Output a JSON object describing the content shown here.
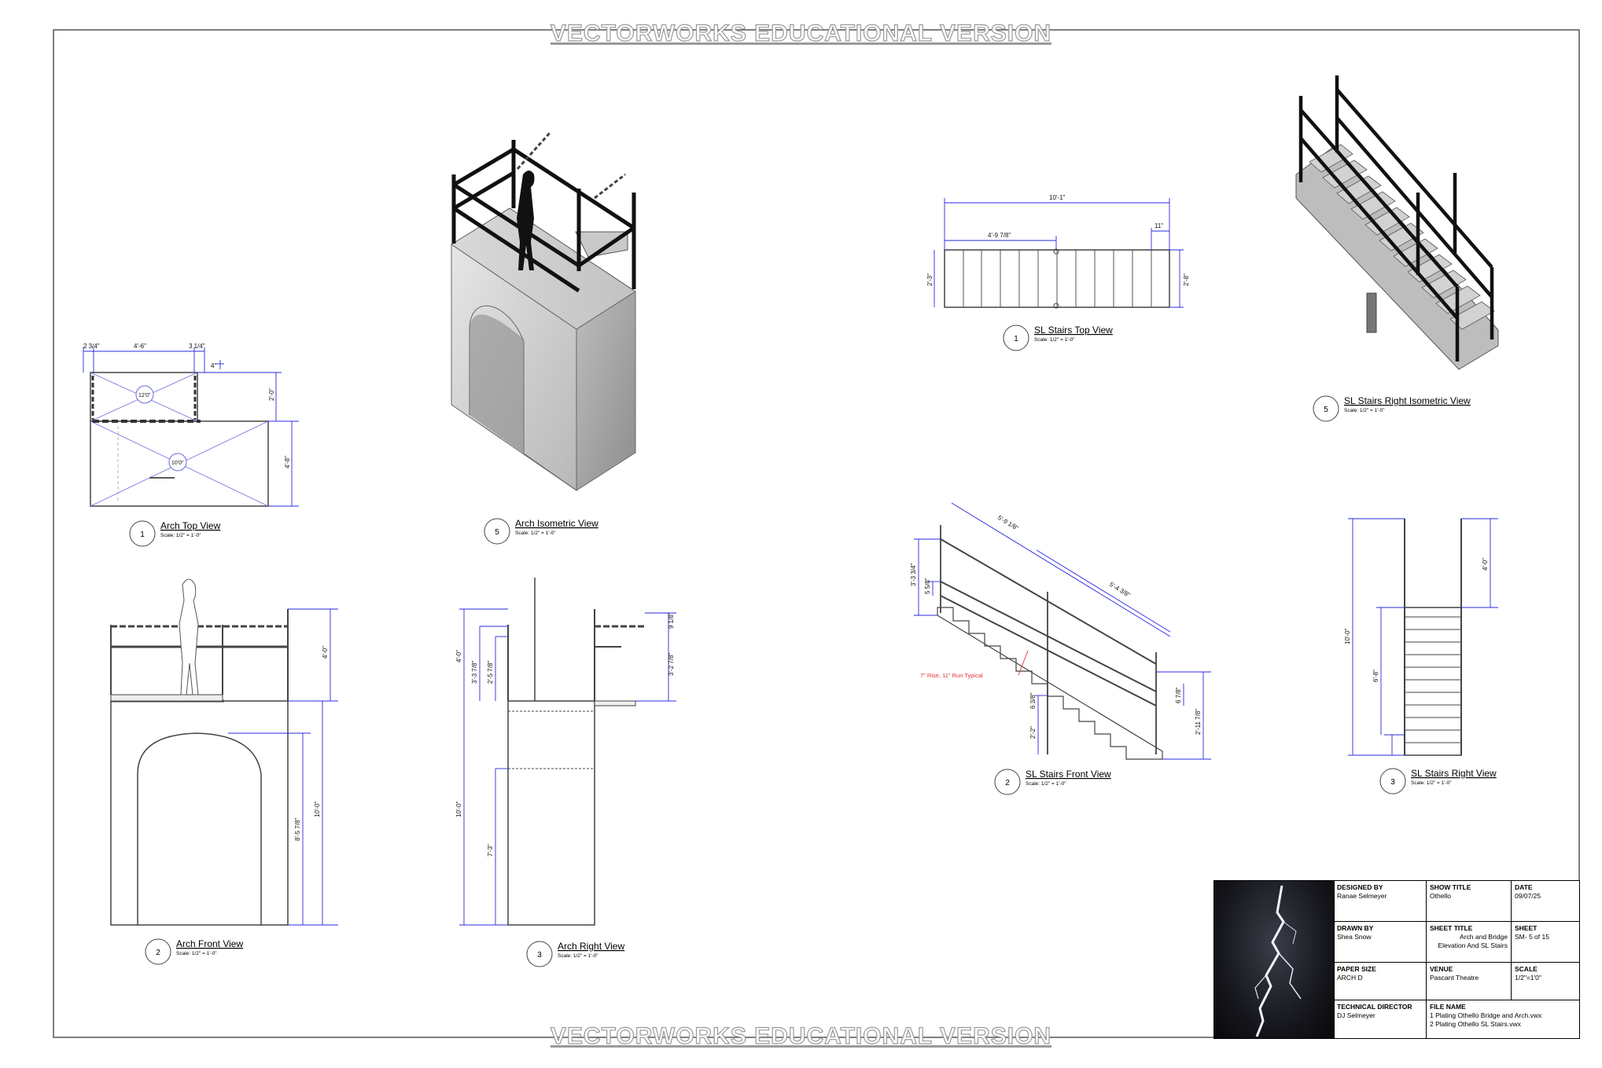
{
  "watermark": {
    "top": "VECTORWORKS EDUCATIONAL VERSION",
    "bottom": "VECTORWORKS EDUCATIONAL VERSION"
  },
  "views": {
    "arch_top": {
      "number": "1",
      "title": "Arch Top View",
      "scale": "Scale: 1/2\" = 1'-0\""
    },
    "arch_iso": {
      "number": "5",
      "title": "Arch Isometric View",
      "scale": "Scale: 1/2\" = 1'-0\""
    },
    "arch_front": {
      "number": "2",
      "title": "Arch Front View",
      "scale": "Scale: 1/2\" = 1'-0\""
    },
    "arch_right": {
      "number": "3",
      "title": "Arch Right View",
      "scale": "Scale: 1/2\" = 1'-0\""
    },
    "stairs_top": {
      "number": "1",
      "title": "SL Stairs Top View",
      "scale": "Scale: 1/2\" = 1'-0\""
    },
    "stairs_iso": {
      "number": "5",
      "title": "SL Stairs Right Isometric View",
      "scale": "Scale: 1/2\" = 1'-0\""
    },
    "stairs_front": {
      "number": "2",
      "title": "SL Stairs Front View",
      "scale": "Scale: 1/2\" = 1'-0\""
    },
    "stairs_right": {
      "number": "3",
      "title": "SL Stairs Right View",
      "scale": "Scale: 1/2\" = 1'-0\""
    }
  },
  "dims": {
    "at_left": "2 3/4\"",
    "at_width": "4'-6\"",
    "at_right": "3 1/4\"",
    "at_small": "4\"",
    "at_upper_h": "2'-0\"",
    "at_lower_h": "4'-8\"",
    "at_upper_tag": "12'0\"",
    "at_lower_tag": "10'0\"",
    "af_rail": "4'-0\"",
    "af_total": "10'-0\"",
    "af_arch": "8'-5 7/8\"",
    "ar_top": "4'-0\"",
    "ar_a": "3'-3 7/8\"",
    "ar_b": "2'-5 7/8\"",
    "ar_total": "10'-0\"",
    "ar_lower": "7'-3\"",
    "ar_r1": "9 1/8\"",
    "ar_r2": "3'-2 7/8\"",
    "st_total": "10'-1\"",
    "st_part": "4'-9 7/8\"",
    "st_end": "11\"",
    "st_left_h": "2'-3\"",
    "st_right_h": "2'-8\"",
    "sf_diag1": "5'-9 1/8\"",
    "sf_diag2": "5'-4 3/8\"",
    "sf_left": "3'-3 3/4\"",
    "sf_left2": "5 5/8\"",
    "sf_low1": "6 3/8\"",
    "sf_low2": "2'-2\"",
    "sf_right1": "6 7/8\"",
    "sf_right2": "2'-11 7/8\"",
    "sf_note": "7\" Rise, 11\" Run Typical",
    "sr_rail": "4'-0\"",
    "sr_total": "10'-0\"",
    "sr_lower": "6'-8\""
  },
  "title_block": {
    "designed_by_label": "DESIGNED BY",
    "designed_by": "Ranae Selmeyer",
    "show_title_label": "SHOW TITLE",
    "show_title": "Othello",
    "date_label": "DATE",
    "date": "09/07/25",
    "drawn_by_label": "DRAWN BY",
    "drawn_by": "Shea Snow",
    "sheet_title_label": "SHEET TITLE",
    "sheet_title_1": "Arch and Bridge",
    "sheet_title_2": "Elevation And SL Stairs",
    "sheet_label": "SHEET",
    "sheet": "SM- 5 of 15",
    "paper_size_label": "PAPER SIZE",
    "paper_size": "ARCH D",
    "venue_label": "VENUE",
    "venue": "Pascant Theatre",
    "scale_label": "SCALE",
    "scale": "1/2\"=1'0\"",
    "td_label": "TECHNICAL DIRECTOR",
    "td": "DJ Selmeyer",
    "file_name_label": "FILE NAME",
    "file_name_1": "1 Plating Othello Bridge and Arch.vwx",
    "file_name_2": "2 Plating Othello SL Stairs.vwx"
  }
}
